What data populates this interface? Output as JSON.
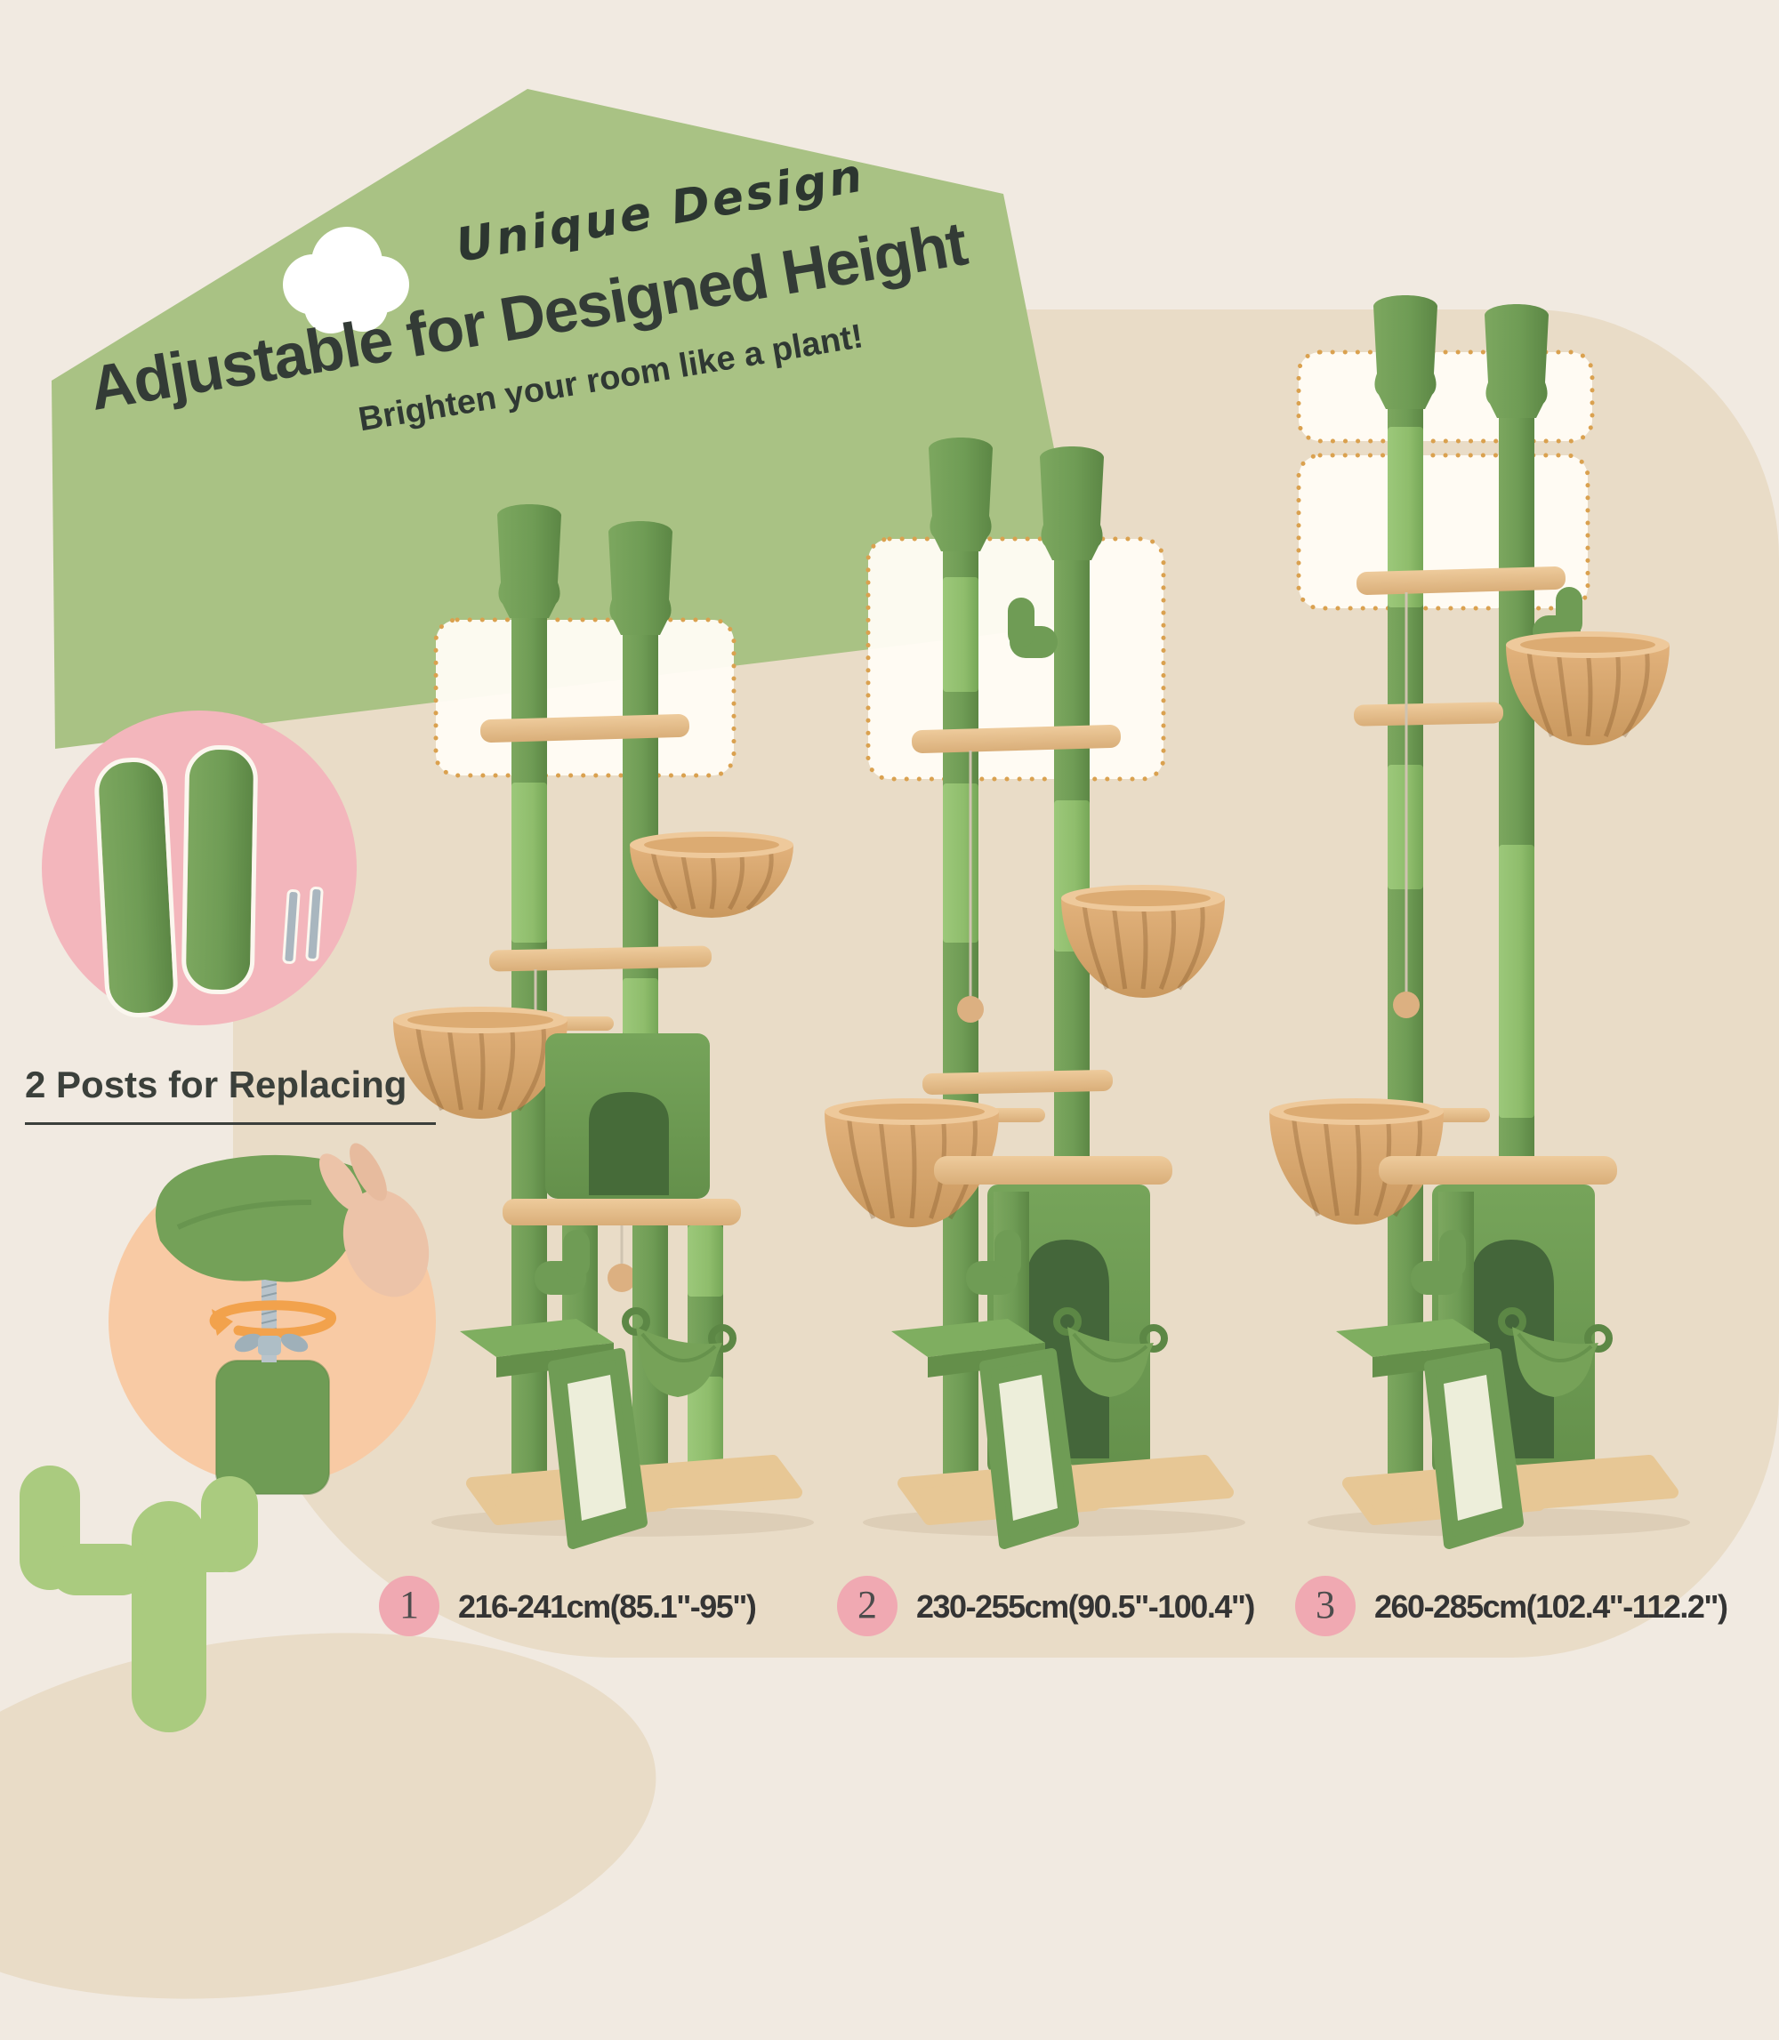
{
  "banner": {
    "tagline": "Unique Design",
    "title": "Adjustable for Designed Height",
    "subtitle": "Brighten your room like a plant!",
    "background_color": "#a9c284",
    "text_color": "#333b36"
  },
  "replacement_kit": {
    "title": "2 Posts for Replacing",
    "post_count": 2
  },
  "height_options": [
    {
      "number": "1",
      "range": "216-241cm(85.1\"-95\")"
    },
    {
      "number": "2",
      "range": "230-255cm(90.5\"-100.4\")"
    },
    {
      "number": "3",
      "range": "260-285cm(102.4\"-112.2\")"
    }
  ],
  "colors": {
    "background": "#f1eae1",
    "backdrop_blob": "#e9dcc7",
    "banner_green": "#a9c284",
    "plush_green": "#6f9c55",
    "sisal_green": "#8fbd6c",
    "platform_beige": "#e3bd8c",
    "basket_beige": "#dcab72",
    "pink_badge": "#f0a9b2",
    "pink_inset": "#f3b6bc",
    "peach_inset": "#f8caa4",
    "dashed_outline": "#daa14f",
    "cactus_silhouette": "#aacb7f"
  }
}
